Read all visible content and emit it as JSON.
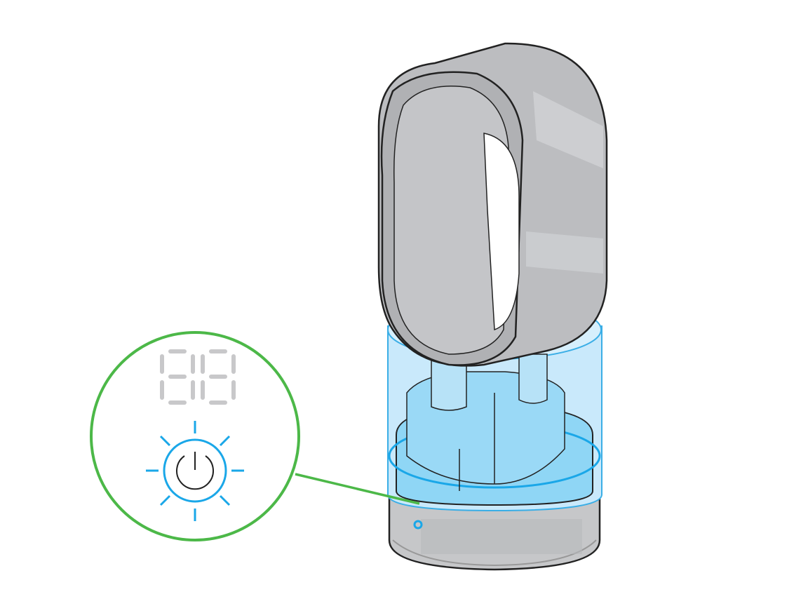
{
  "figure": {
    "subject": "humidifier-power-button-callout",
    "icons": [
      "segment-display-icon",
      "power-icon",
      "glow-rays-icon",
      "status-light-icon"
    ],
    "colors": {
      "callout_ring": "#4cb848",
      "power_glow": "#1aa7e8",
      "segment_display": "#c8c8ca",
      "device_body": "#bcbdc0",
      "water_tank": "#bfe6fa",
      "water": "#8fd6f5",
      "outline": "#222222"
    },
    "display_state": "all-segments-unlit",
    "power_state": "illuminated"
  }
}
